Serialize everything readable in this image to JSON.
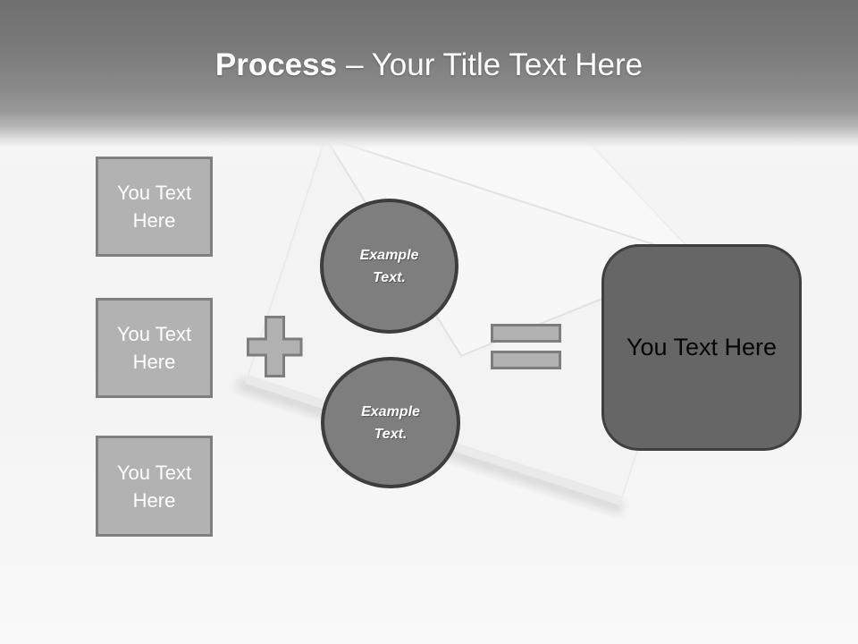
{
  "title": {
    "bold": "Process",
    "rest": "– Your Title Text Here"
  },
  "left_boxes": [
    {
      "label": "You Text Here"
    },
    {
      "label": "You Text Here"
    },
    {
      "label": "You Text Here"
    }
  ],
  "circles": [
    {
      "label": "Example Text."
    },
    {
      "label": "Example Text."
    }
  ],
  "result_box": {
    "label": "You Text Here"
  },
  "icons": {
    "plus": "plus-shape",
    "equals": "equals-shape",
    "envelope": "open-envelope-background"
  },
  "colors": {
    "header_top": "#6f6f6f",
    "title_text": "#ffffff",
    "box_fill": "#b2b2b2",
    "box_border": "#7f7f7f",
    "box_text": "#ffffff",
    "circle_fill": "#7e7e7e",
    "circle_border": "#3d3d3d",
    "circle_text": "#ffffff",
    "operator_fill": "#b1b1b1",
    "operator_border": "#7d7d7d",
    "result_fill": "#666666",
    "result_border": "#3f3f3f",
    "result_text": "#050505",
    "envelope_fill": "#f4f4f4"
  }
}
